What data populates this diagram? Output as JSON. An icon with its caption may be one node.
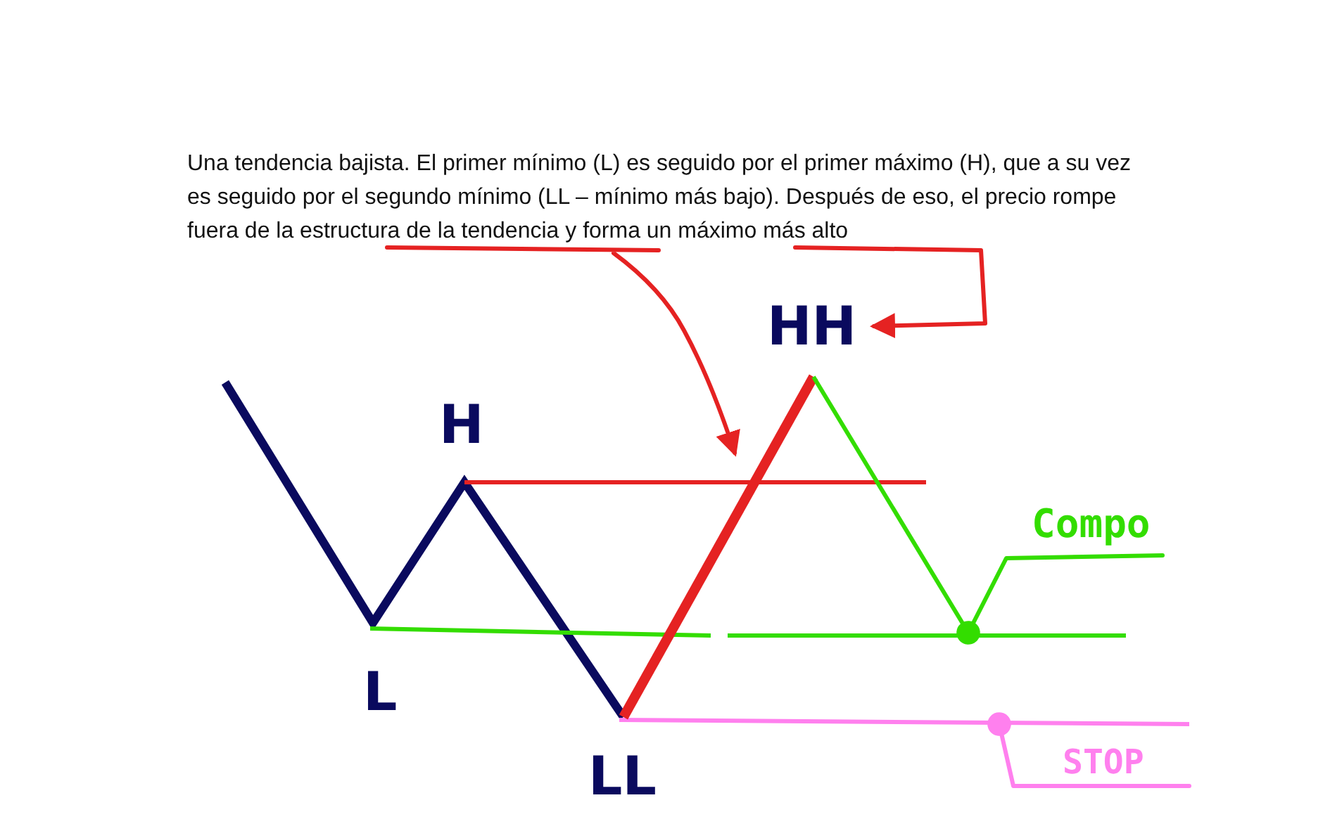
{
  "diagram": {
    "nodes": [
      {
        "text": [
          "Una tendencia bajista. El primer mínimo (L) es seguido por el primer máximo (H), que a su vez es seguido por el segundo mínimo (LL – mínimo más bajo). Después de eso,  el precio rompe fuera de la estructura de la tendencia y forma un máximo más alto"
        ]
      },
      {
        "text": [
          "HH"
        ]
      },
      {
        "text": [
          "Compo"
        ]
      },
      {
        "text": [
          "STOP"
        ]
      }
    ],
    "edges": [
      {
        "from": 0,
        "to": null,
        "arrow": "to",
        "color": "#e52222"
      },
      {
        "from": 0,
        "to": 1,
        "arrow": "to",
        "color": "#e52222"
      },
      {
        "from": 2,
        "to": null,
        "arrow": "other",
        "color": "#33dd00"
      },
      {
        "from": 3,
        "to": null,
        "arrow": "other",
        "color": "#ff80ee"
      }
    ],
    "labels": [
      "H",
      "L",
      "LL"
    ]
  }
}
